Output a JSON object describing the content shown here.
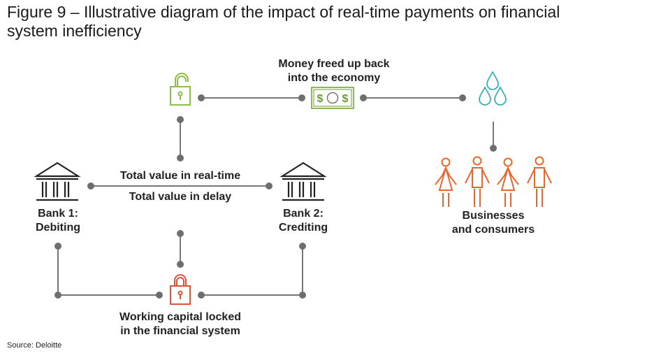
{
  "title": {
    "line1": "Figure 9 – Illustrative diagram of the impact of real-time payments on financial",
    "line2": "system inefficiency"
  },
  "labels": {
    "money_freed_line1": "Money freed up back",
    "money_freed_line2": "into the economy",
    "bank1_line1": "Bank 1:",
    "bank1_line2": "Debiting",
    "bank2_line1": "Bank 2:",
    "bank2_line2": "Crediting",
    "total_realtime": "Total value in real-time",
    "total_delay": "Total value in delay",
    "working_capital_line1": "Working capital locked",
    "working_capital_line2": "in the financial system",
    "businesses_line1": "Businesses",
    "businesses_line2": "and consumers",
    "dollar_sign": "$"
  },
  "source": "Source: Deloitte",
  "colors": {
    "line": "#777777",
    "dot": "#6e6e6e",
    "unlock_green": "#8cbf4a",
    "money_green": "#6a9b33",
    "drop_teal": "#3ab0b5",
    "people_orange": "#e8662e",
    "lock_red": "#d9553a",
    "bank_dark": "#222222"
  },
  "icons": {
    "unlock": "open-padlock-icon",
    "money": "banknote-icon",
    "drops": "water-drops-icon",
    "bank": "bank-building-icon",
    "lock": "closed-padlock-icon",
    "people": "people-group-icon"
  }
}
